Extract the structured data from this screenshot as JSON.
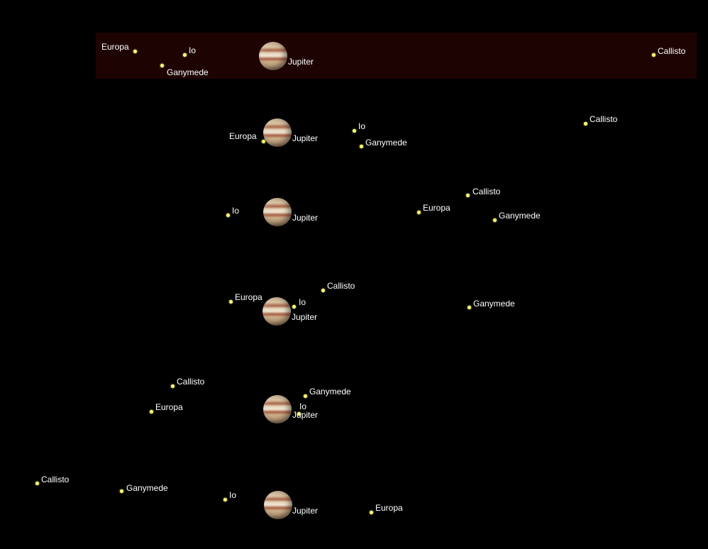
{
  "frames": [
    {
      "highlighted": true,
      "bodies": [
        {
          "name": "Europa"
        },
        {
          "name": "Io"
        },
        {
          "name": "Ganymede"
        },
        {
          "name": "Jupiter"
        },
        {
          "name": "Callisto"
        }
      ]
    },
    {
      "highlighted": false,
      "bodies": [
        {
          "name": "Europa"
        },
        {
          "name": "Jupiter"
        },
        {
          "name": "Io"
        },
        {
          "name": "Ganymede"
        },
        {
          "name": "Callisto"
        }
      ]
    },
    {
      "highlighted": false,
      "bodies": [
        {
          "name": "Io"
        },
        {
          "name": "Jupiter"
        },
        {
          "name": "Europa"
        },
        {
          "name": "Callisto"
        },
        {
          "name": "Ganymede"
        }
      ]
    },
    {
      "highlighted": false,
      "bodies": [
        {
          "name": "Europa"
        },
        {
          "name": "Io"
        },
        {
          "name": "Jupiter"
        },
        {
          "name": "Callisto"
        },
        {
          "name": "Ganymede"
        }
      ]
    },
    {
      "highlighted": false,
      "bodies": [
        {
          "name": "Callisto"
        },
        {
          "name": "Europa"
        },
        {
          "name": "Ganymede"
        },
        {
          "name": "Io"
        },
        {
          "name": "Jupiter"
        }
      ]
    },
    {
      "highlighted": false,
      "bodies": [
        {
          "name": "Callisto"
        },
        {
          "name": "Ganymede"
        },
        {
          "name": "Io"
        },
        {
          "name": "Jupiter"
        },
        {
          "name": "Europa"
        }
      ]
    }
  ],
  "colors": {
    "moon": "#ffff70",
    "label": "#ffffff",
    "highlight": "#1e0303",
    "background": "#000000"
  }
}
